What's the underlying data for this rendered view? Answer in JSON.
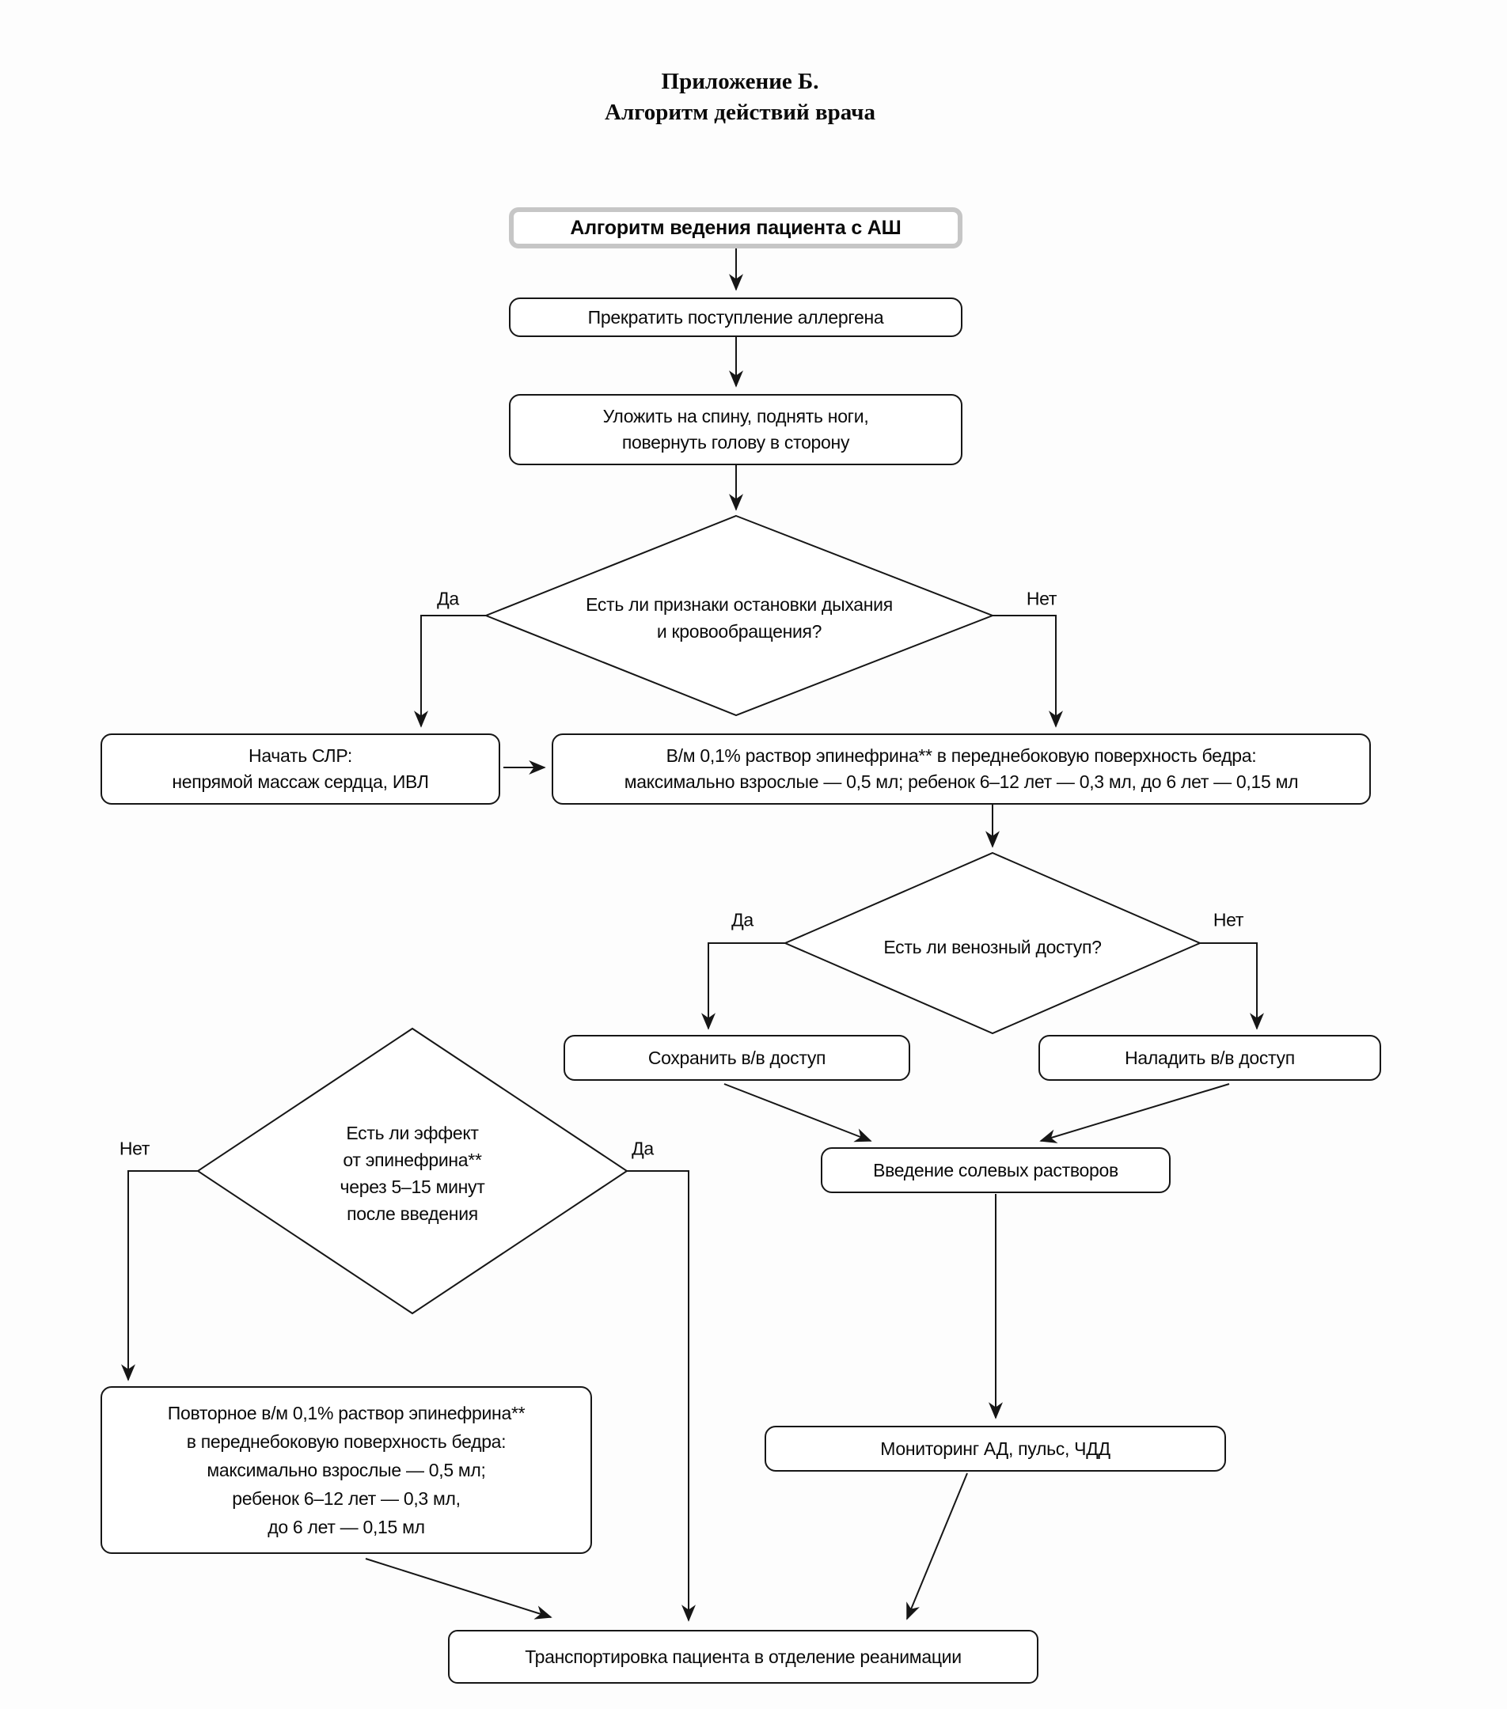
{
  "page": {
    "title_line1": "Приложение Б.",
    "title_line2": "Алгоритм действий врача"
  },
  "labels": {
    "yes": "Да",
    "no": "Нет"
  },
  "colors": {
    "background": "#fdfdfd",
    "line": "#161616",
    "text": "#0a0a0a",
    "start_border": "#c6c6c6"
  },
  "nodes": {
    "start": {
      "text": "Алгоритм ведения пациента с АШ"
    },
    "stop_allergen": {
      "text": "Прекратить поступление аллергена"
    },
    "lay_down": {
      "lines": [
        "Уложить на спину, поднять ноги,",
        "повернуть голову в сторону"
      ]
    },
    "decision_arrest": {
      "lines": [
        "Есть ли признаки остановки дыхания",
        "и кровообращения?"
      ]
    },
    "cpr": {
      "lines": [
        "Начать СЛР:",
        "непрямой массаж сердца, ИВЛ"
      ]
    },
    "epinephrine_im": {
      "lines": [
        "В/м 0,1% раствор эпинефрина** в переднебоковую поверхность бедра:",
        "максимально взрослые — 0,5 мл; ребенок 6–12 лет — 0,3 мл, до 6 лет — 0,15 мл"
      ]
    },
    "decision_iv_access": {
      "text": "Есть ли венозный доступ?"
    },
    "keep_iv": {
      "text": "Сохранить в/в доступ"
    },
    "establish_iv": {
      "text": "Наладить в/в доступ"
    },
    "saline": {
      "text": "Введение солевых растворов"
    },
    "decision_epi_effect": {
      "lines": [
        "Есть ли эффект",
        "от эпинефрина**",
        "через 5–15 минут",
        "после введения"
      ]
    },
    "repeat_epinephrine": {
      "lines": [
        "Повторное в/м 0,1% раствор эпинефрина**",
        "в переднебоковую поверхность бедра:",
        "максимально взрослые — 0,5 мл;",
        "ребенок 6–12 лет — 0,3 мл,",
        "до 6 лет — 0,15 мл"
      ]
    },
    "monitoring": {
      "text": "Мониторинг АД, пульс, ЧДД"
    },
    "transport": {
      "text": "Транспортировка пациента в отделение реанимации"
    }
  }
}
